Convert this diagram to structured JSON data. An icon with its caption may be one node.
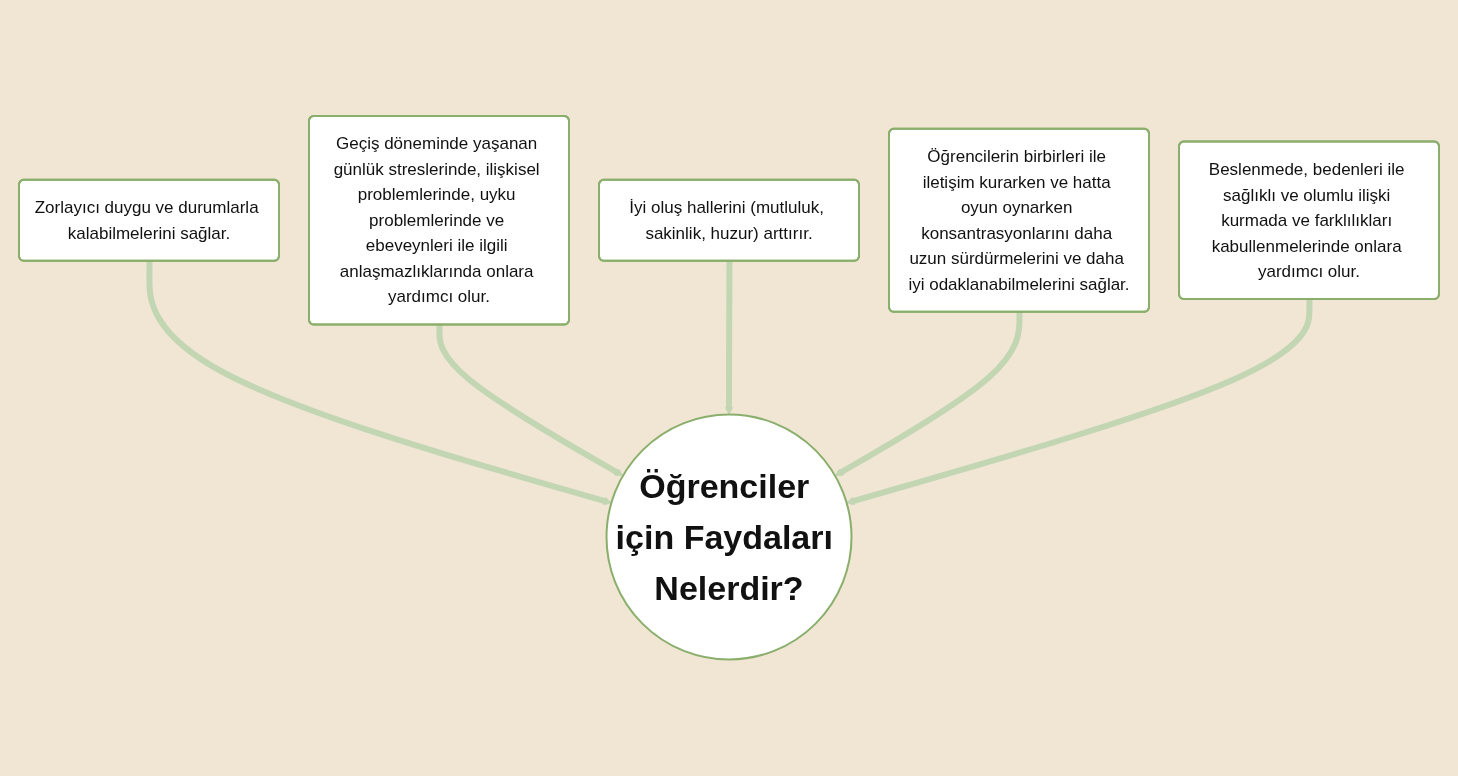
{
  "diagram": {
    "nodes": [
      {
        "text": [
          "Geçiş döneminde yaşanan günlük streslerinde, ilişkisel problemlerinde, uyku problemlerinde ve ebeveynleri ile ilgili anlaşmazlıklarında onlara yardımcı olur."
        ]
      },
      {
        "text": [
          "Zorlayıcı duygu ve durumlarla kalabilmelerini sağlar."
        ]
      },
      {
        "text": [
          "İyi oluş hallerini (mutluluk, sakinlik, huzur) arttırır."
        ]
      },
      {
        "text": [
          "Öğrencilerin birbirleri ile iletişim kurarken ve hatta oyun oynarken konsantrasyonlarını daha uzun sürdürmelerini ve daha iyi odaklanabilmelerini sağlar."
        ]
      },
      {
        "text": [
          "Öğrenciler için Faydaları Nelerdir?"
        ]
      },
      {
        "text": [
          "Beslenmede, bedenleri ile sağlıklı ve olumlu ilişki kurmada ve farklılıkları kabullenmelerinde onlara yardımcı olur."
        ]
      }
    ],
    "edges": [
      {
        "from": 1,
        "to": 4,
        "arrow": "to"
      },
      {
        "from": 0,
        "to": 4,
        "arrow": "to"
      },
      {
        "from": 2,
        "to": 4,
        "arrow": "to"
      },
      {
        "from": 3,
        "to": 4,
        "arrow": "to"
      },
      {
        "from": 5,
        "to": 4,
        "arrow": "to"
      }
    ]
  }
}
